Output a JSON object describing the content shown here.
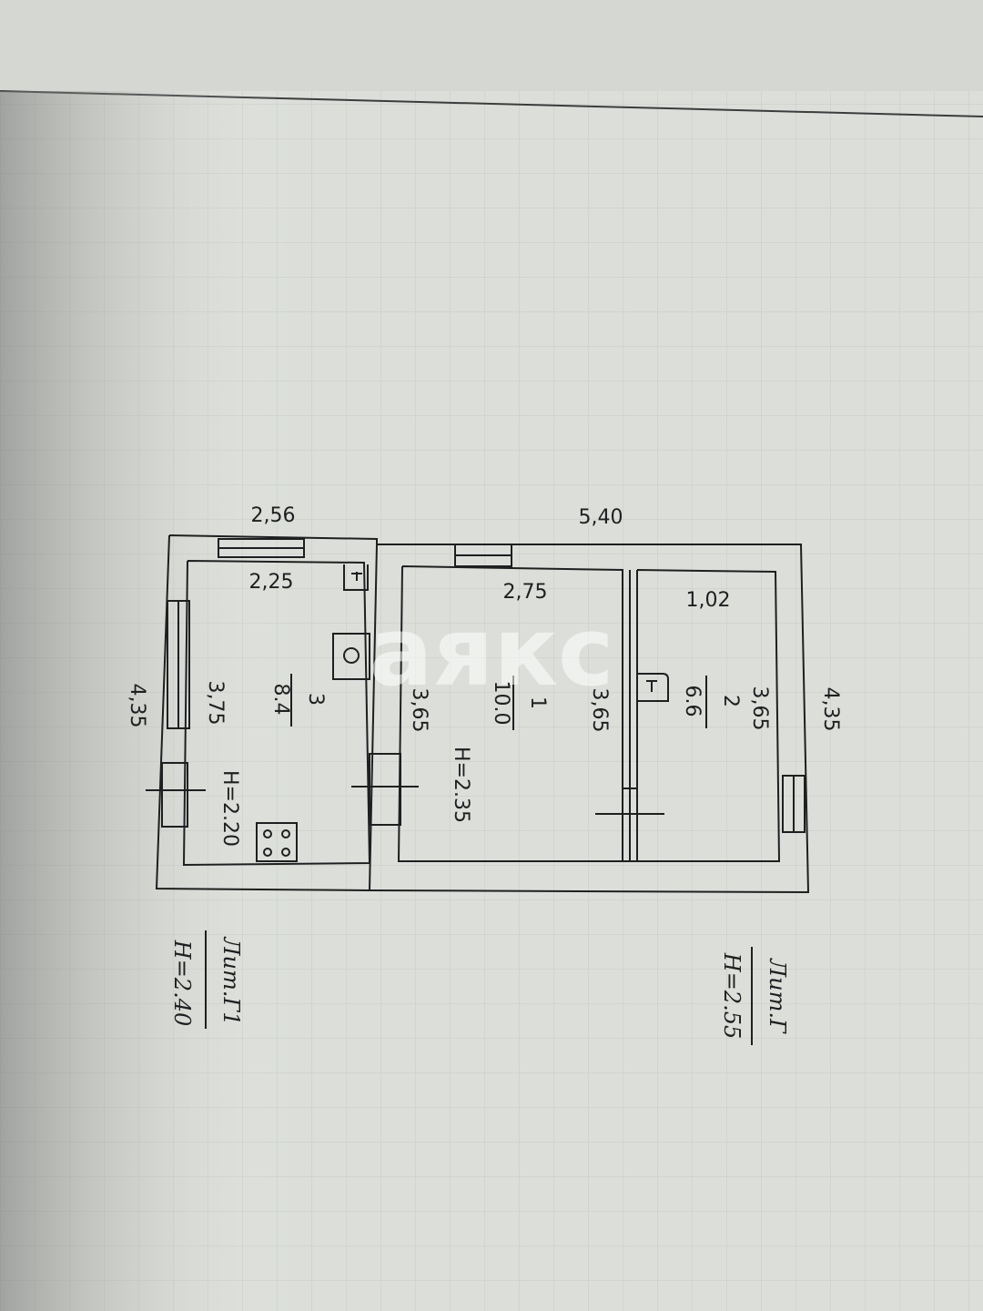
{
  "dimensions": {
    "top_left_outer": "2,56",
    "top_main_outer": "5,40",
    "room3_width": "2,25",
    "room1_width": "2,75",
    "room2_width": "1,02",
    "left_outer": "4,35",
    "right_outer": "4,35",
    "room3_left": "3,75",
    "room1_left": "3,65",
    "room1_right": "3,65",
    "room2_right": "3,65"
  },
  "rooms": [
    {
      "number": "3",
      "area": "8.4",
      "height": "H=2.20"
    },
    {
      "number": "1",
      "area": "10.0",
      "height": "H=2.35"
    },
    {
      "number": "2",
      "area": "6.6"
    }
  ],
  "blocks": [
    {
      "name": "Лит.Г1",
      "height": "H=2.40"
    },
    {
      "name": "Лит.Г",
      "height": "H=2.55"
    }
  ],
  "watermark": "аякс",
  "colors": {
    "paper": "#dcdfd9",
    "grid": "#c9ccc6",
    "ink": "#1e1f21",
    "frame_line": "#3a3c3e"
  }
}
